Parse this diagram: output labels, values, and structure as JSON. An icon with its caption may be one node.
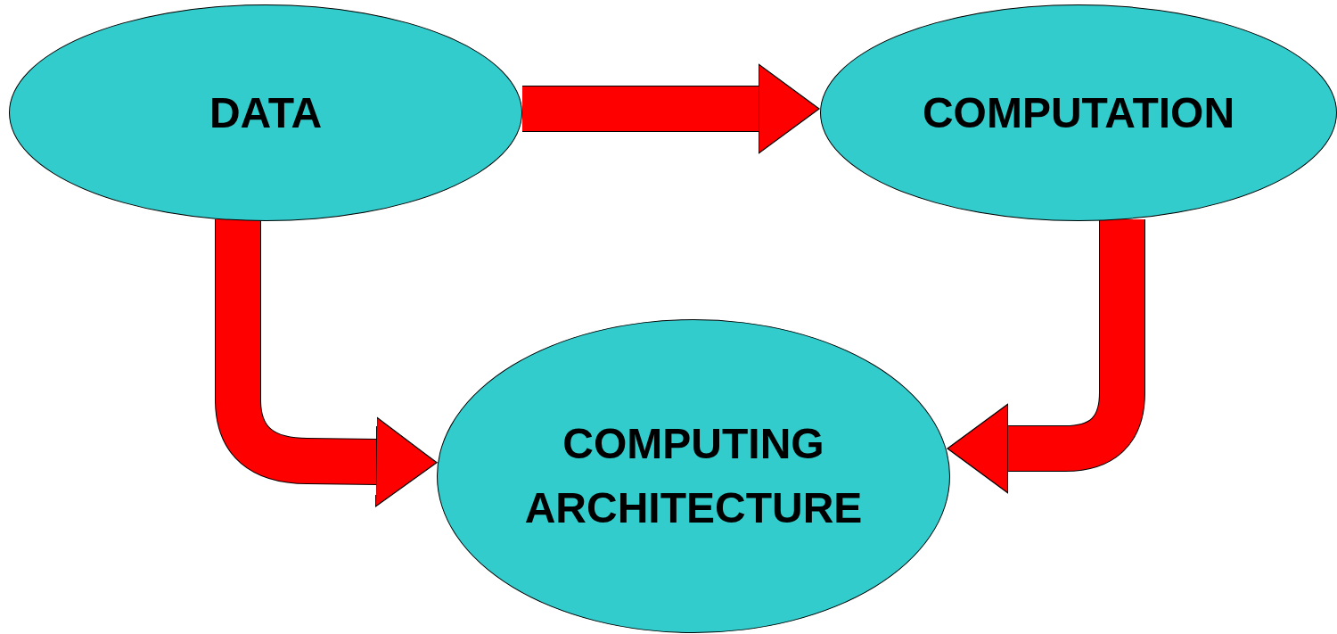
{
  "diagram": {
    "nodes": [
      {
        "text": [
          "DATA"
        ]
      },
      {
        "text": [
          "COMPUTATION"
        ]
      },
      {
        "text": [
          "COMPUTING ARCHITECTURE"
        ]
      }
    ],
    "edges": [
      {
        "from": 0,
        "to": 1,
        "arrow": "to"
      },
      {
        "from": 0,
        "to": 2,
        "arrow": "to"
      },
      {
        "from": 1,
        "to": 2,
        "arrow": "to"
      }
    ]
  }
}
